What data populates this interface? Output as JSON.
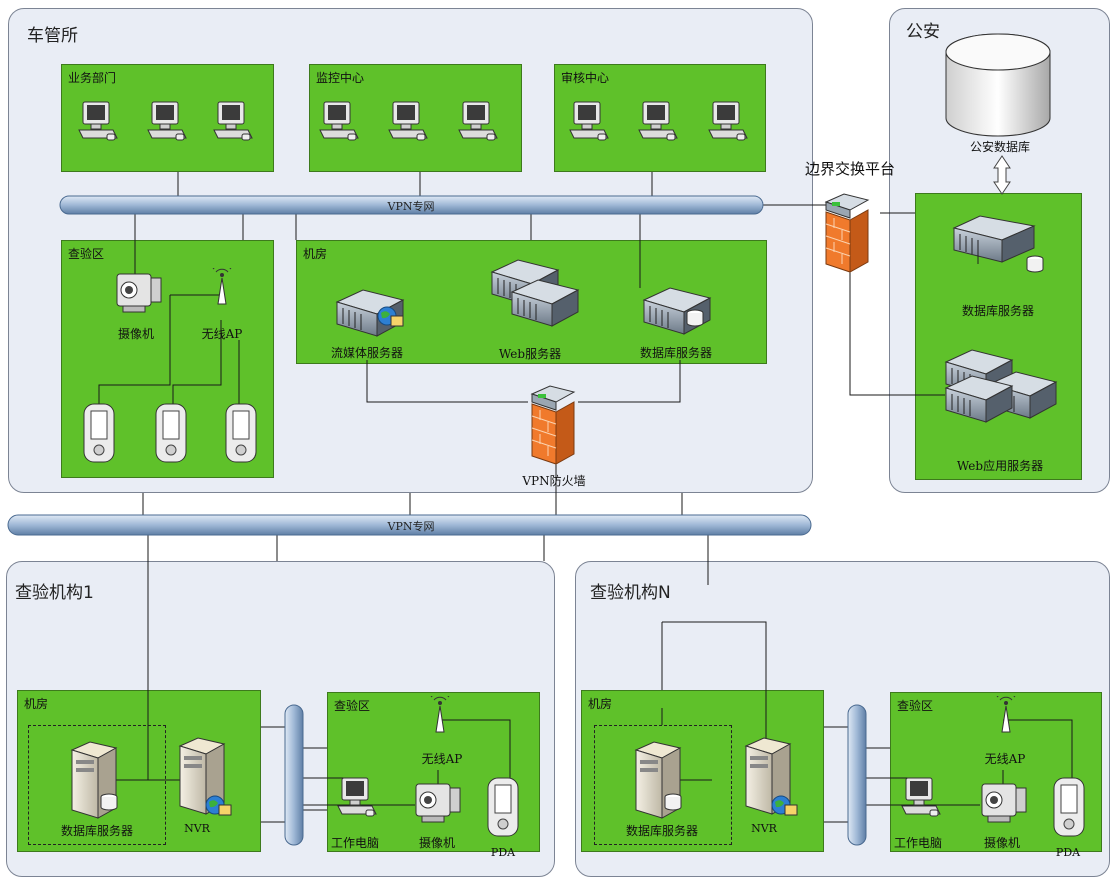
{
  "colors": {
    "zone": "#5fc12a",
    "region": "#e9edf5",
    "bus": "#9fb8d6",
    "firewall": "#f07a2c"
  },
  "regions": {
    "cgs": "车管所",
    "police": "公安",
    "org1": "查验机构1",
    "orgN": "查验机构N"
  },
  "cgs": {
    "business_dept": "业务部门",
    "monitor_center": "监控中心",
    "audit_center": "审核中心",
    "vpn_bus": "VPN专网",
    "inspection_zone": {
      "title": "查验区",
      "camera": "摄像机",
      "wireless_ap": "无线AP"
    },
    "machine_room": {
      "title": "机房",
      "streaming_server": "流媒体服务器",
      "web_server": "Web服务器",
      "db_server": "数据库服务器"
    },
    "vpn_firewall": "VPN防火墙"
  },
  "boundary_platform": "边界交换平台",
  "police": {
    "database": "公安数据库",
    "db_server": "数据库服务器",
    "web_app_server": "Web应用服务器"
  },
  "backbone_bus": "VPN专网",
  "org1": {
    "machine_room": "机房",
    "db_server": "数据库服务器",
    "nvr": "NVR",
    "inspection_zone": "查验区",
    "wireless_ap": "无线AP",
    "work_pc": "工作电脑",
    "camera": "摄像机",
    "pda": "PDA"
  },
  "orgN": {
    "machine_room": "机房",
    "db_server": "数据库服务器",
    "nvr": "NVR",
    "inspection_zone": "查验区",
    "wireless_ap": "无线AP",
    "work_pc": "工作电脑",
    "camera": "摄像机",
    "pda": "PDA"
  }
}
